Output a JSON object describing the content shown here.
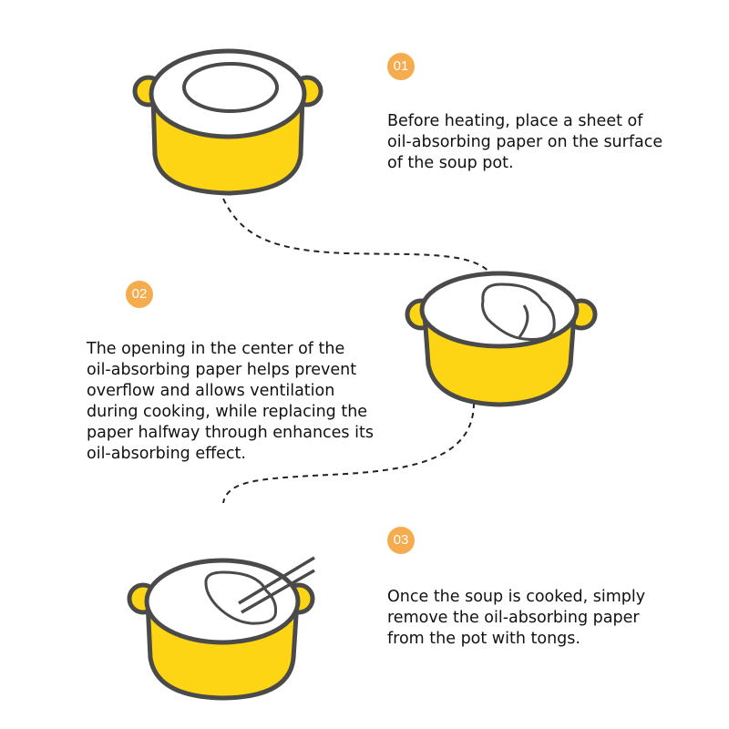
{
  "colors": {
    "badge": "#F5AC4F",
    "pot": "#FDD515",
    "outline": "#4a4a4a"
  },
  "steps": [
    {
      "number": "01",
      "text": [
        "Before heating, place a sheet of",
        "oil-absorbing paper on the surface",
        "of the soup pot."
      ]
    },
    {
      "number": "02",
      "text": [
        "The opening in the center of the",
        "oil-absorbing paper helps prevent",
        "overflow and allows ventilation",
        "during cooking, while replacing the",
        "paper halfway through enhances its",
        "oil-absorbing effect."
      ]
    },
    {
      "number": "03",
      "text": [
        "Once the soup is cooked, simply",
        "remove the oil-absorbing paper",
        "from the pot with tongs."
      ]
    }
  ]
}
